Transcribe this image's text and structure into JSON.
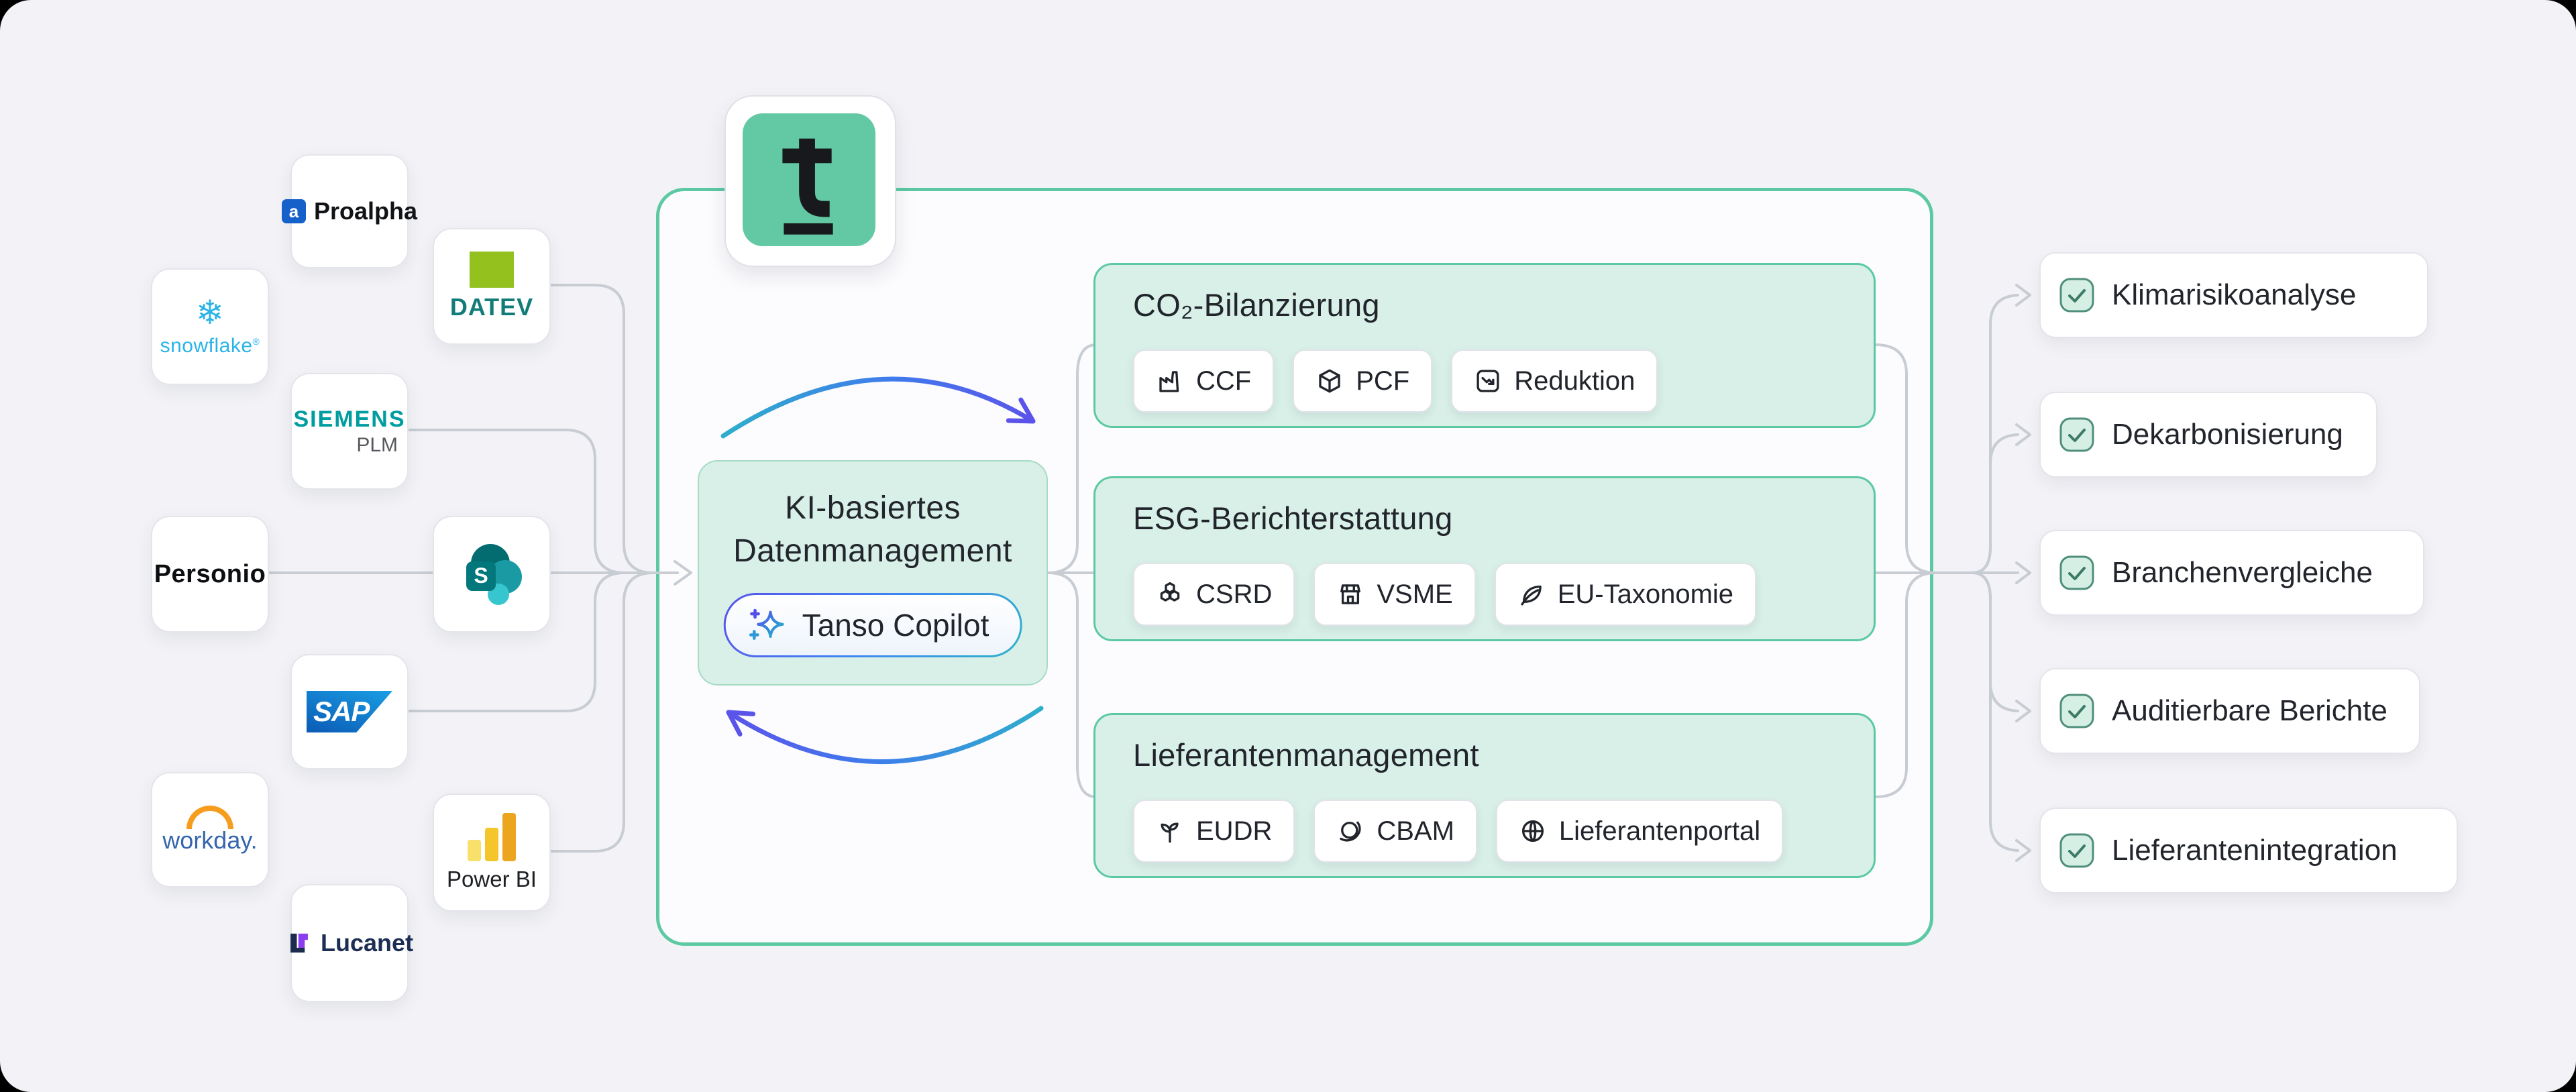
{
  "brand": {
    "logo_letter": "t"
  },
  "center": {
    "title_line1": "KI-basiertes",
    "title_line2": "Datenmanagement",
    "copilot_label": "Tanso Copilot"
  },
  "modules": [
    {
      "title": "CO₂-Bilanzierung",
      "chips": [
        {
          "icon": "factory",
          "label": "CCF"
        },
        {
          "icon": "cube",
          "label": "PCF"
        },
        {
          "icon": "trend-down",
          "label": "Reduktion"
        }
      ]
    },
    {
      "title": "ESG-Berichterstattung",
      "chips": [
        {
          "icon": "hexagons",
          "label": "CSRD"
        },
        {
          "icon": "storefront",
          "label": "VSME"
        },
        {
          "icon": "leaf",
          "label": "EU-Taxonomie"
        }
      ]
    },
    {
      "title": "Lieferantenmanagement",
      "chips": [
        {
          "icon": "sprout",
          "label": "EUDR"
        },
        {
          "icon": "orbit",
          "label": "CBAM"
        },
        {
          "icon": "globe",
          "label": "Lieferantenportal"
        }
      ]
    }
  ],
  "outputs": [
    "Klimarisikoanalyse",
    "Dekarbonisierung",
    "Branchenvergleiche",
    "Auditierbare Berichte",
    "Lieferantenintegration"
  ],
  "integrations": {
    "snowflake": {
      "label": "snowflake",
      "reg": "®"
    },
    "proalpha": {
      "label": "Proalpha",
      "icon_letter": "a"
    },
    "datev": {
      "label": "DATEV"
    },
    "siemens": {
      "label": "SIEMENS",
      "sub": "PLM"
    },
    "personio": {
      "label": "Personio"
    },
    "sharepoint": {
      "tile_letter": "S"
    },
    "sap": {
      "label": "SAP"
    },
    "workday": {
      "label": "workday."
    },
    "powerbi": {
      "label": "Power BI"
    },
    "lucanet": {
      "label": "Lucanet"
    }
  },
  "colors": {
    "accent_green": "#5CC9A2",
    "mint_fill": "#D8F0E7",
    "wire_gray": "#C8CCD3",
    "arc_gradient": [
      "#2FAECB",
      "#3F7BEC",
      "#5B54EA"
    ],
    "text_dark": "#22262C",
    "page_bg": "#F3F3F7"
  }
}
